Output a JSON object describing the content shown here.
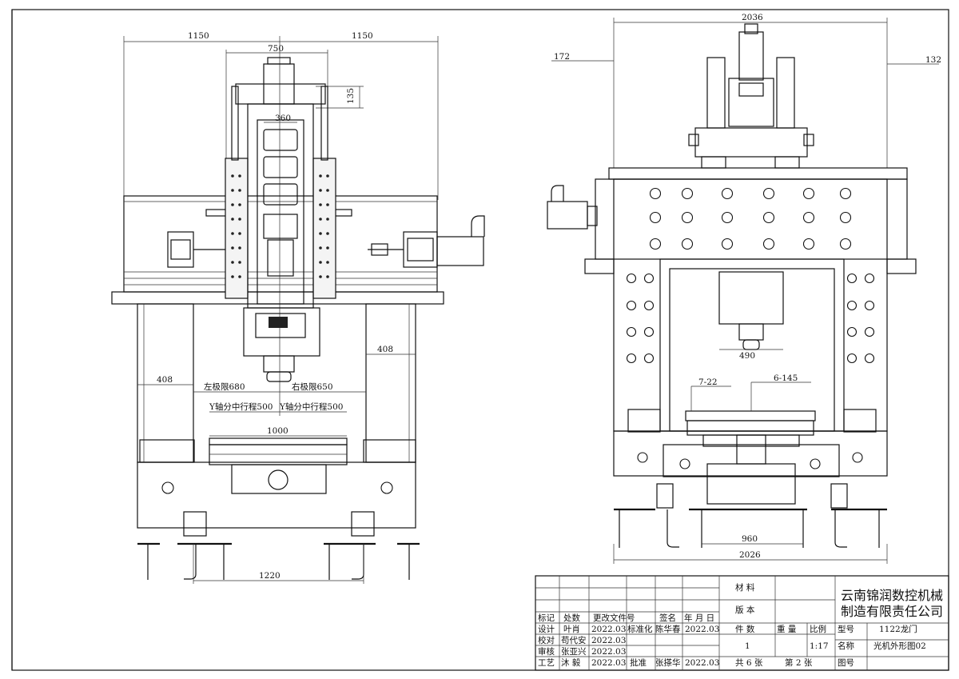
{
  "dimensions": {
    "front": {
      "left_span": "1150",
      "right_span": "1150",
      "ram_width": "750",
      "ram_depth": "135",
      "ram_inner": "360",
      "side_right": "408",
      "side_left": "408",
      "left_limit": "左极限680",
      "right_limit": "右极限650",
      "y_travel_left": "Y轴分中行程500",
      "y_travel_right": "Y轴分中行程500",
      "table_width": "1000",
      "base_span": "1220"
    },
    "side": {
      "overall_width": "2036",
      "left_overhang": "172",
      "right_overhang": "132",
      "spindle": "490",
      "slot_left": "7-22",
      "slot_right": "6-145",
      "foot_inner": "960",
      "base_width": "2026"
    }
  },
  "title_block": {
    "company_line1": "云南锦润数控机械",
    "company_line2": "制造有限责任公司",
    "material_label": "材 料",
    "version_label": "版 本",
    "pieces_label": "件 数",
    "weight_label": "重 量",
    "scale_label": "比例",
    "model_label": "型号",
    "model_value": "1122龙门",
    "pieces_value": "1",
    "scale_value": "1:17",
    "name_label": "名称",
    "name_value": "光机外形图02",
    "sheets_total": "共 6 张",
    "sheet_no": "第 2 张",
    "drawing_no_label": "图号",
    "headers": [
      "标记",
      "处数",
      "更改文件号",
      "签名",
      "年 月 日"
    ],
    "rows": [
      {
        "role": "设计",
        "name": "叶肖",
        "date": "2022.03",
        "role2": "标准化",
        "name2": "陈华春",
        "date2": "2022.03"
      },
      {
        "role": "校对",
        "name": "苟代安",
        "date": "2022.03"
      },
      {
        "role": "审核",
        "name": "张亚兴",
        "date": "2022.03"
      },
      {
        "role": "工艺",
        "name": "沐 毅",
        "date": "2022.03",
        "role2": "批准",
        "name2": "张搽华",
        "date2": "2022.03"
      }
    ]
  }
}
